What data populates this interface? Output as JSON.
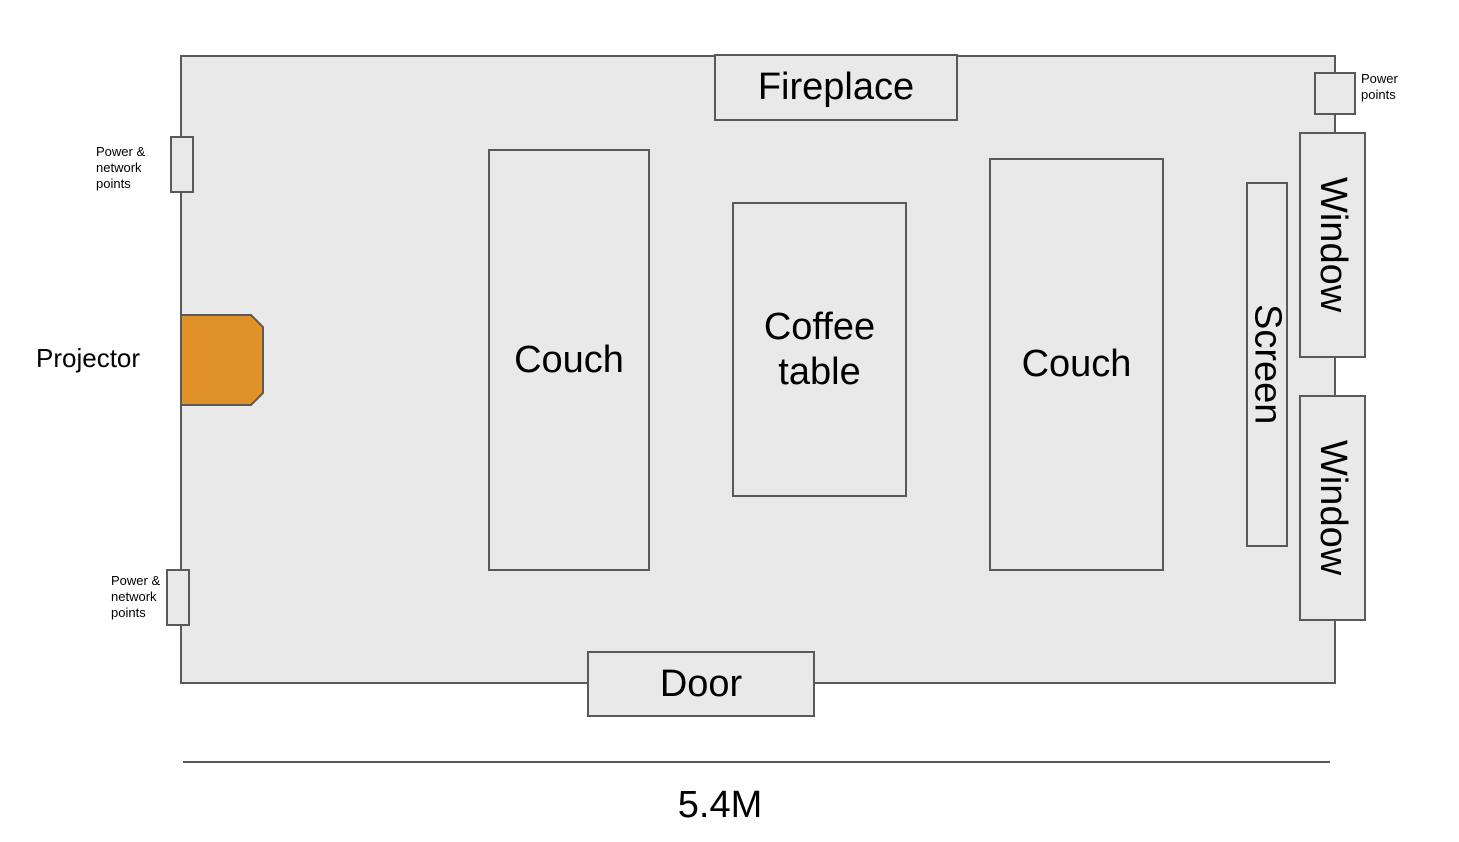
{
  "labels": {
    "fireplace": "Fireplace",
    "couch_left": "Couch",
    "coffee_table": "Coffee table",
    "couch_right": "Couch",
    "screen": "Screen",
    "window_top": "Window",
    "window_bottom": "Window",
    "door": "Door",
    "projector": "Projector",
    "power_top_right": "Power points",
    "power_network_top_left": "Power & network points",
    "power_network_bottom_left": "Power & network points",
    "scale": "5.4M"
  },
  "colors": {
    "room_fill": "#e9e9e9",
    "outline": "#595959",
    "projector_fill": "#e0922a"
  }
}
